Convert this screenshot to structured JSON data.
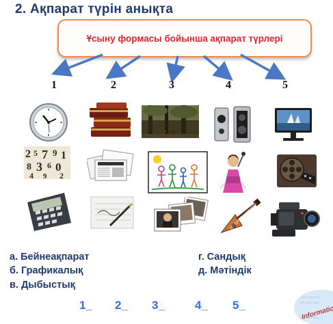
{
  "title": "2. Ақпарат түрін анықта",
  "prompt": "Ұсыну формасы бойынша ақпарат түрлері",
  "columns": [
    "1",
    "2",
    "3",
    "4",
    "5"
  ],
  "options": {
    "a": "а. Бейнеақпарат",
    "b": "б. Графикалық",
    "v": "в. Дыбыстық",
    "g": "г. Сандық",
    "d": "д. Мәтіндік"
  },
  "answers": [
    "1_",
    "2_",
    "3_",
    "4_",
    "5_"
  ],
  "logo_text": "Informatica",
  "colors": {
    "title": "#1e3a6e",
    "prompt_text": "#e0242c",
    "prompt_border": "#f08a4b",
    "arrow": "#4a78c4",
    "answers": "#2f6fe0"
  },
  "pictures": [
    "clock-icon",
    "books-icon",
    "forest-painting-icon",
    "speakers-icon",
    "monitor-icon",
    "digits-icon",
    "newspapers-icon",
    "child-drawing-icon",
    "singer-icon",
    "film-reel-icon",
    "calculator-icon",
    "notebook-icon",
    "photos-icon",
    "balalaika-icon",
    "video-camera-icon"
  ]
}
